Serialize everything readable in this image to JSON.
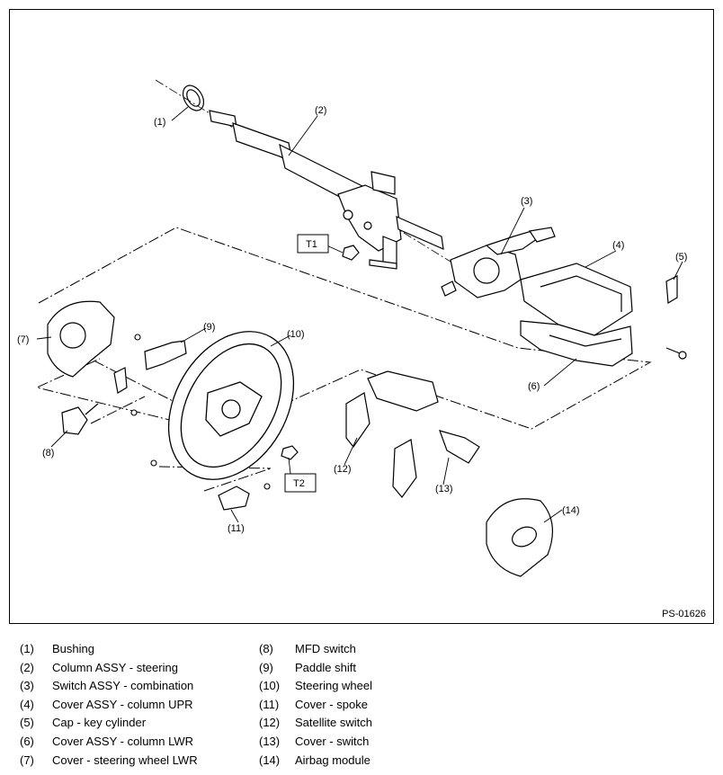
{
  "figure_id": "PS-01626",
  "torque_labels": [
    "T1",
    "T2"
  ],
  "callouts": [
    "(1)",
    "(2)",
    "(3)",
    "(4)",
    "(5)",
    "(6)",
    "(7)",
    "(8)",
    "(9)",
    "(10)",
    "(11)",
    "(12)",
    "(13)",
    "(14)"
  ],
  "legend_left": [
    {
      "num": "(1)",
      "label": "Bushing"
    },
    {
      "num": "(2)",
      "label": "Column ASSY - steering"
    },
    {
      "num": "(3)",
      "label": "Switch ASSY - combination"
    },
    {
      "num": "(4)",
      "label": "Cover ASSY - column UPR"
    },
    {
      "num": "(5)",
      "label": "Cap - key cylinder"
    },
    {
      "num": "(6)",
      "label": "Cover ASSY - column LWR"
    },
    {
      "num": "(7)",
      "label": "Cover - steering wheel LWR"
    }
  ],
  "legend_right": [
    {
      "num": "(8)",
      "label": "MFD switch"
    },
    {
      "num": "(9)",
      "label": "Paddle shift"
    },
    {
      "num": "(10)",
      "label": "Steering wheel"
    },
    {
      "num": "(11)",
      "label": "Cover - spoke"
    },
    {
      "num": "(12)",
      "label": "Satellite switch"
    },
    {
      "num": "(13)",
      "label": "Cover - switch"
    },
    {
      "num": "(14)",
      "label": "Airbag module"
    }
  ]
}
